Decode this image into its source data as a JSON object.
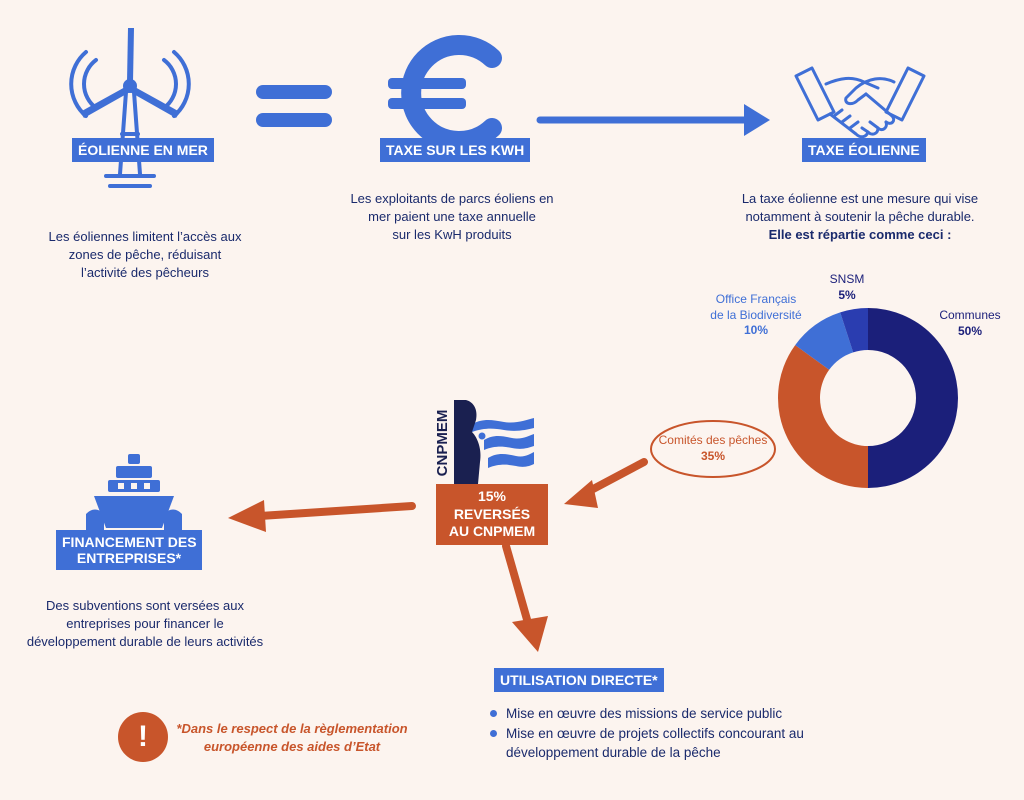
{
  "colors": {
    "background": "#fcf4ef",
    "blue": "#3f6fd6",
    "navy": "#1b1f7a",
    "orange": "#c8552b",
    "text": "#1a2a6c"
  },
  "top": {
    "eolienne_label": "ÉOLIENNE EN MER",
    "eolienne_desc": [
      "Les éoliennes limitent l’accès aux",
      "zones de pêche, réduisant",
      "l’activité des pêcheurs"
    ],
    "taxe_kwh_label": "TAXE SUR LES KWH",
    "taxe_kwh_desc": [
      "Les exploitants de parcs éoliens en",
      "mer paient une taxe annuelle",
      "sur les KwH produits"
    ],
    "taxe_eolienne_label": "TAXE ÉOLIENNE",
    "taxe_eolienne_desc": [
      "La taxe éolienne est une mesure qui vise",
      "notamment à soutenir la pêche durable."
    ],
    "taxe_eolienne_desc_bold": "Elle est répartie comme ceci :"
  },
  "chart_data": {
    "type": "pie",
    "donut": true,
    "slices": [
      {
        "label": "Communes",
        "value": 50,
        "pct": "50%",
        "color": "#1b1f7a"
      },
      {
        "label": "Comités des pêches",
        "value": 35,
        "pct": "35%",
        "color": "#c8552b"
      },
      {
        "label": "Office Français de la Biodiversité",
        "label_lines": [
          "Office Français",
          "de la Biodiversité"
        ],
        "value": 10,
        "pct": "10%",
        "color": "#3f6fd6"
      },
      {
        "label": "SNSM",
        "value": 5,
        "pct": "5%",
        "color": "#2a3db0"
      }
    ]
  },
  "cnpmem": {
    "logo_text": "CNPMEM",
    "label_lines": [
      "15% REVERSÉS",
      "AU CNPMEM"
    ]
  },
  "financement": {
    "label_lines": [
      "FINANCEMENT DES",
      "ENTREPRISES*"
    ],
    "desc": [
      "Des subventions sont versées aux",
      "entreprises pour financer le",
      "développement durable de leurs activités"
    ]
  },
  "utilisation": {
    "label": "UTILISATION DIRECTE*",
    "bullets": [
      "Mise en œuvre des missions de service public",
      "Mise en œuvre de projets collectifs concourant au"
    ],
    "bullet_continuation": "développement durable de la pêche"
  },
  "note": {
    "lines": [
      "*Dans le respect de la règlementation",
      "européenne des aides d’Etat"
    ],
    "icon_glyph": "!"
  }
}
